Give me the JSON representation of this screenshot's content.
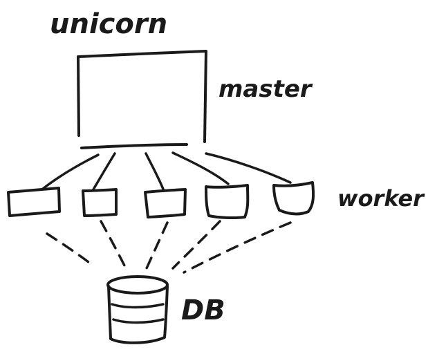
{
  "labels": {
    "title": "unicorn",
    "master": "master",
    "worker": "worker",
    "db": "DB"
  },
  "workers": [
    {
      "label": ""
    },
    {
      "label": ""
    },
    {
      "label": ""
    },
    {
      "label": ""
    },
    {
      "label": ""
    }
  ],
  "colors": {
    "ink": "#1a1a1a",
    "background": "#ffffff"
  }
}
